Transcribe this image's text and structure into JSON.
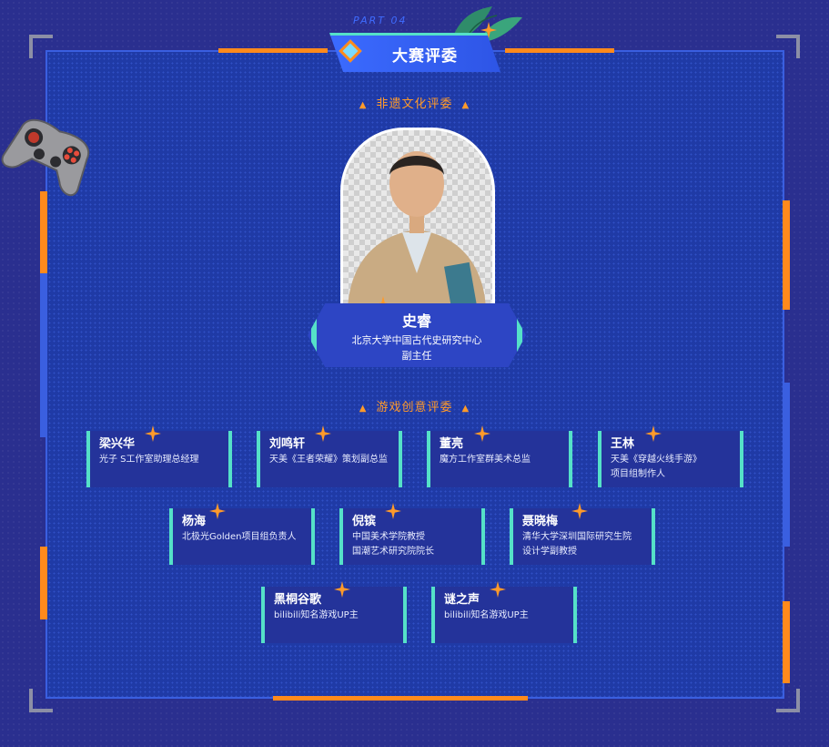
{
  "header": {
    "part_label": "PART 04",
    "title": "大赛评委"
  },
  "sections": {
    "heritage": {
      "title": "非遗文化评委"
    },
    "game": {
      "title": "游戏创意评委"
    }
  },
  "featured_judge": {
    "name": "史睿",
    "title_line1": "北京大学中国古代史研究中心",
    "title_line2": "副主任"
  },
  "judges": [
    {
      "name": "梁兴华",
      "role_line1": "光子 S工作室助理总经理",
      "role_line2": ""
    },
    {
      "name": "刘鸣轩",
      "role_line1": "天美《王者荣耀》策划副总监",
      "role_line2": ""
    },
    {
      "name": "董亮",
      "role_line1": "魔方工作室群美术总监",
      "role_line2": ""
    },
    {
      "name": "王林",
      "role_line1": "天美《穿越火线手游》",
      "role_line2": "项目组制作人"
    },
    {
      "name": "杨海",
      "role_line1": "北极光Golden项目组负责人",
      "role_line2": ""
    },
    {
      "name": "倪镔",
      "role_line1": "中国美术学院教授",
      "role_line2": "国潮艺术研究院院长"
    },
    {
      "name": "聂晓梅",
      "role_line1": "清华大学深圳国际研究生院",
      "role_line2": "设计学副教授"
    },
    {
      "name": "黑桐谷歌",
      "role_line1": "bilibili知名游戏UP主",
      "role_line2": ""
    },
    {
      "name": "谜之声",
      "role_line1": "bilibili知名游戏UP主",
      "role_line2": ""
    }
  ],
  "colors": {
    "accent_orange": "#ff8a1c",
    "accent_teal": "#55e1c8",
    "panel_blue": "#1f3aa6",
    "card_blue": "#24339a"
  },
  "icons": [
    "game-controller-icon",
    "leaf-decoration-icon",
    "sparkle-star-icon"
  ]
}
